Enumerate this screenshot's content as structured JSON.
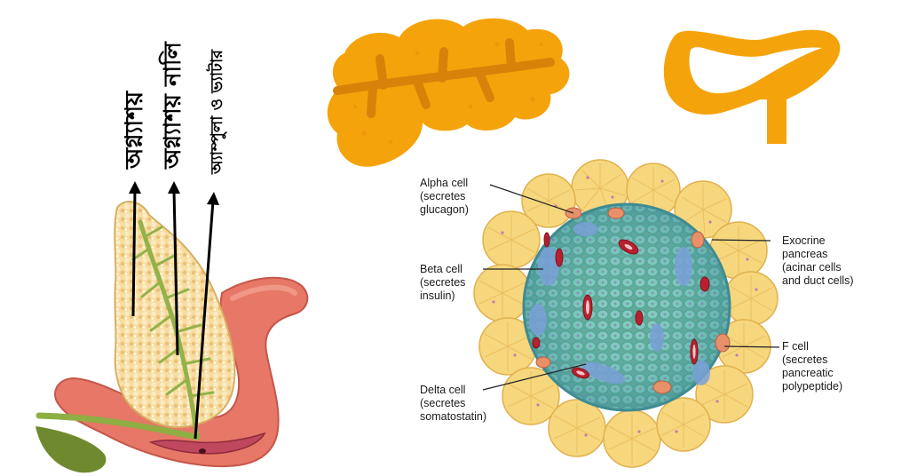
{
  "bengali_labels": {
    "label_1": "অগ্ন্যাশয়",
    "label_2": "অগ্ন্যাশয় নালি",
    "label_3": "অ্যাম্পুলা ও ভ্যাটার"
  },
  "islet_labels": {
    "alpha": [
      "Alpha cell",
      "(secretes",
      "glucagon)"
    ],
    "beta": [
      "Beta cell",
      "(secretes",
      "insulin)"
    ],
    "delta": [
      "Delta cell",
      "(secretes",
      "somatostatin)"
    ],
    "exocrine": [
      "Exocrine",
      "pancreas",
      "(acinar cells",
      "and duct cells)"
    ],
    "f_cell": [
      "F cell",
      "(secretes",
      "pancreatic",
      "polypeptide)"
    ]
  },
  "colors": {
    "orange_icon": "#F5A30B",
    "acinar_yellow": "#F6D77E",
    "islet_teal": "#6FC4B4",
    "alpha_cell": "#E8906A",
    "beta_cell": "#7AA0D8",
    "capillary": "#B8202E",
    "duodenum": "#E77766",
    "pancreas_tissue": "#F7DDA0",
    "duct_green": "#93B24A"
  }
}
